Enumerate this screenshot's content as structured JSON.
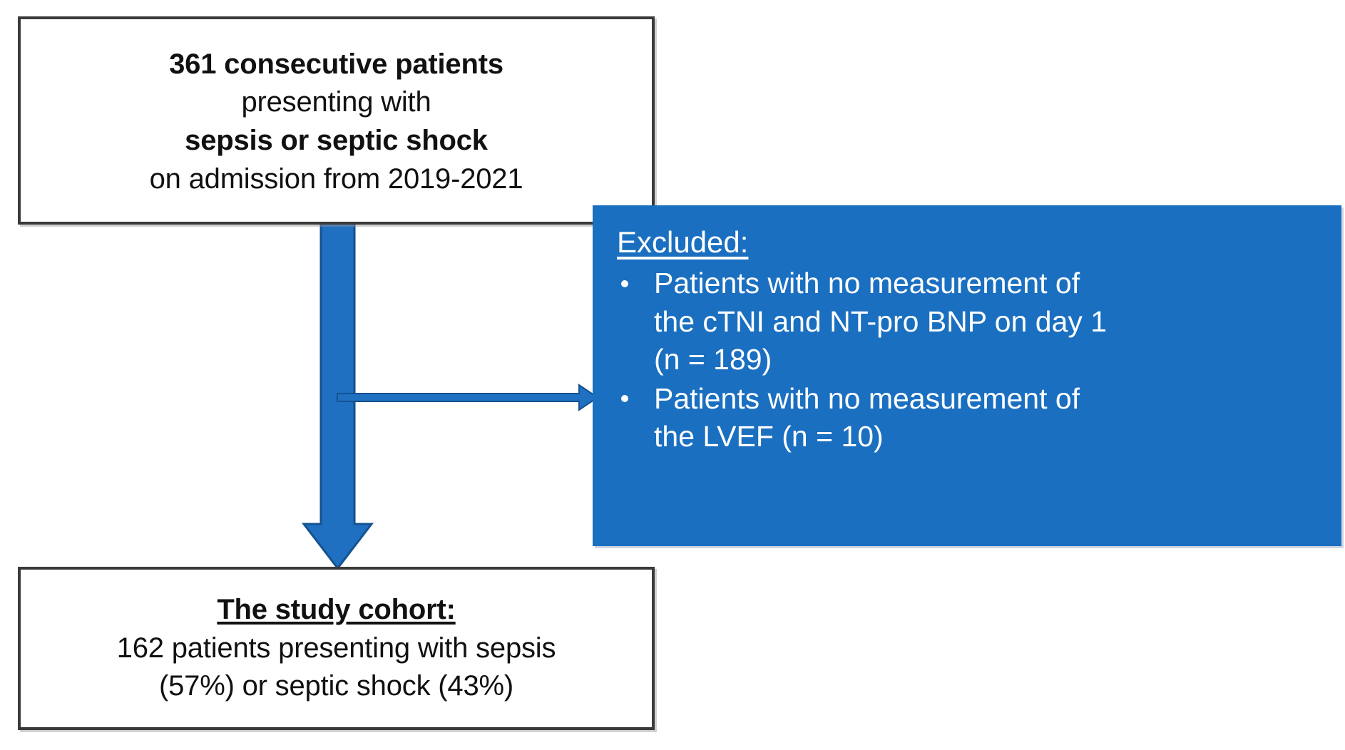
{
  "diagram": {
    "title_hidden": "",
    "colors": {
      "arrow_blue": "#1f70c1",
      "box_blue": "#1a6fc0",
      "box_border": "#3a3a3a",
      "text_dark": "#111111",
      "text_light": "#ffffff",
      "background": "#ffffff"
    }
  },
  "top_box": {
    "lines": [
      {
        "text": "361 consecutive patients",
        "style": "bold"
      },
      {
        "text": "presenting with",
        "style": "normal"
      },
      {
        "text": "sepsis or septic shock",
        "style": "bold"
      },
      {
        "text": "on admission from 2019-2021",
        "style": "normal"
      }
    ]
  },
  "excluded_box": {
    "title": "Excluded:",
    "bullets": [
      {
        "text": "Patients with no measurement of the cTNI and NT-pro BNP on day 1 (n = 189)",
        "n": "189"
      },
      {
        "text": "Patients with no measurement of the LVEF (n = 10)",
        "n": "10"
      }
    ],
    "bullet_lines": [
      [
        "Patients with no measurement of",
        "the cTNI and NT-pro BNP on day 1",
        "(n = 189)"
      ],
      [
        "Patients with no measurement of",
        "the LVEF (n = 10)"
      ]
    ]
  },
  "cohort_box": {
    "lines": [
      {
        "text": "The study cohort:",
        "style": "bold-underline"
      },
      {
        "text": "162 patients presenting with sepsis",
        "style": "normal"
      },
      {
        "text": "(57%) or septic shock (43%)",
        "style": "normal"
      }
    ]
  },
  "arrows": {
    "main_down": {
      "label": "main-flow-arrow",
      "direction": "down"
    },
    "exclusion_right": {
      "label": "exclusion-arrow",
      "direction": "right"
    }
  }
}
